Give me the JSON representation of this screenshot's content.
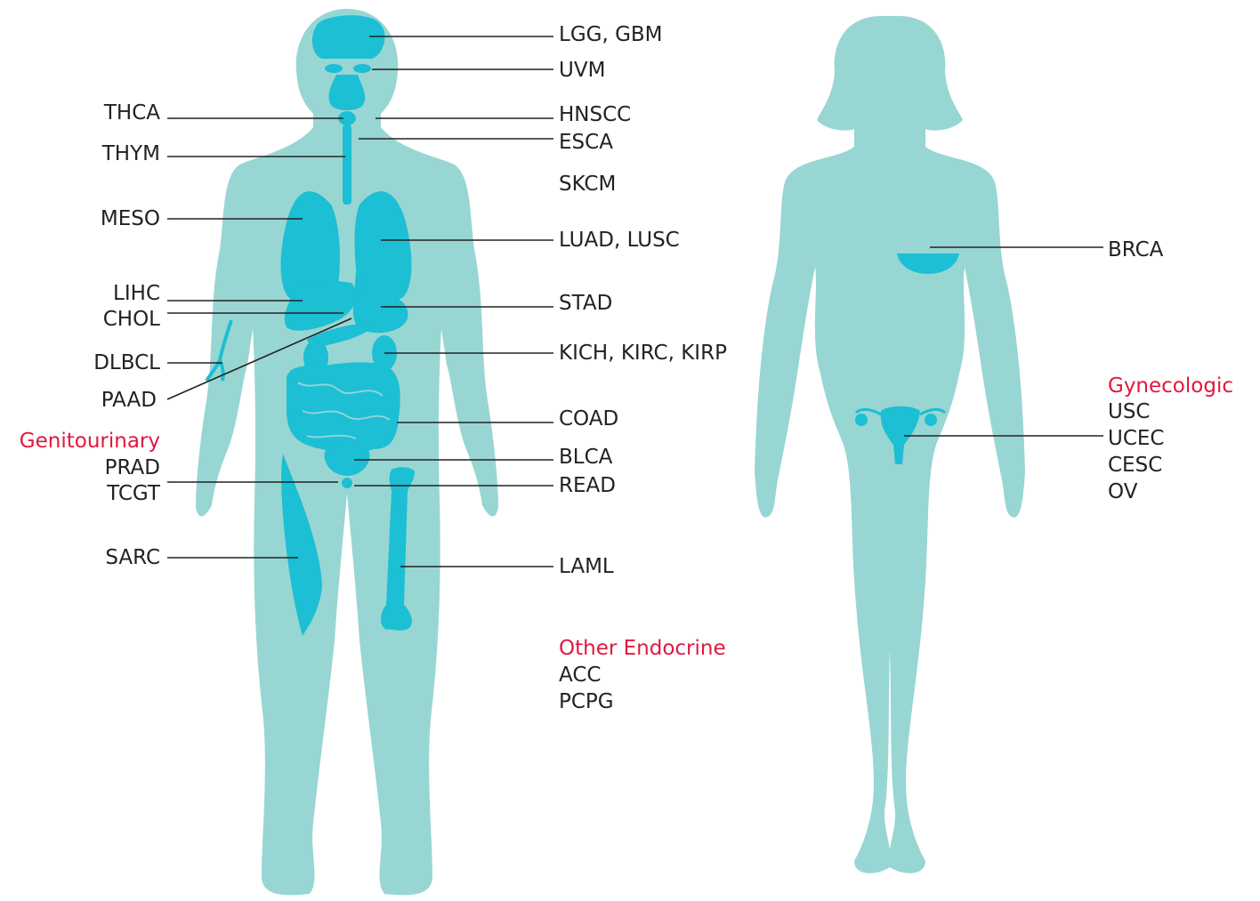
{
  "male_labels": {
    "lgg_gbm": "LGG, GBM",
    "uvm": "UVM",
    "thca": "THCA",
    "hnscc": "HNSCC",
    "thym": "THYM",
    "esca": "ESCA",
    "skcm": "SKCM",
    "meso": "MESO",
    "luad_lusc": "LUAD, LUSC",
    "lihc": "LIHC",
    "chol": "CHOL",
    "stad": "STAD",
    "dlbcl": "DLBCL",
    "kidney": "KICH, KIRC, KIRP",
    "paad": "PAAD",
    "coad": "COAD",
    "prad": "PRAD",
    "blca": "BLCA",
    "tcgt": "TCGT",
    "read": "READ",
    "sarc": "SARC",
    "laml": "LAML"
  },
  "groups": {
    "genitourinary": "Genitourinary",
    "other_endocrine": {
      "title": "Other Endocrine",
      "items": [
        "ACC",
        "PCPG"
      ]
    },
    "gynecologic": {
      "title": "Gynecologic",
      "items": [
        "USC",
        "UCEC",
        "CESC",
        "OV"
      ]
    }
  },
  "female_labels": {
    "brca": "BRCA"
  },
  "colors": {
    "body": "#98d6d3",
    "organ": "#1cbfd3",
    "group_title": "#e2173f",
    "text": "#222222"
  }
}
